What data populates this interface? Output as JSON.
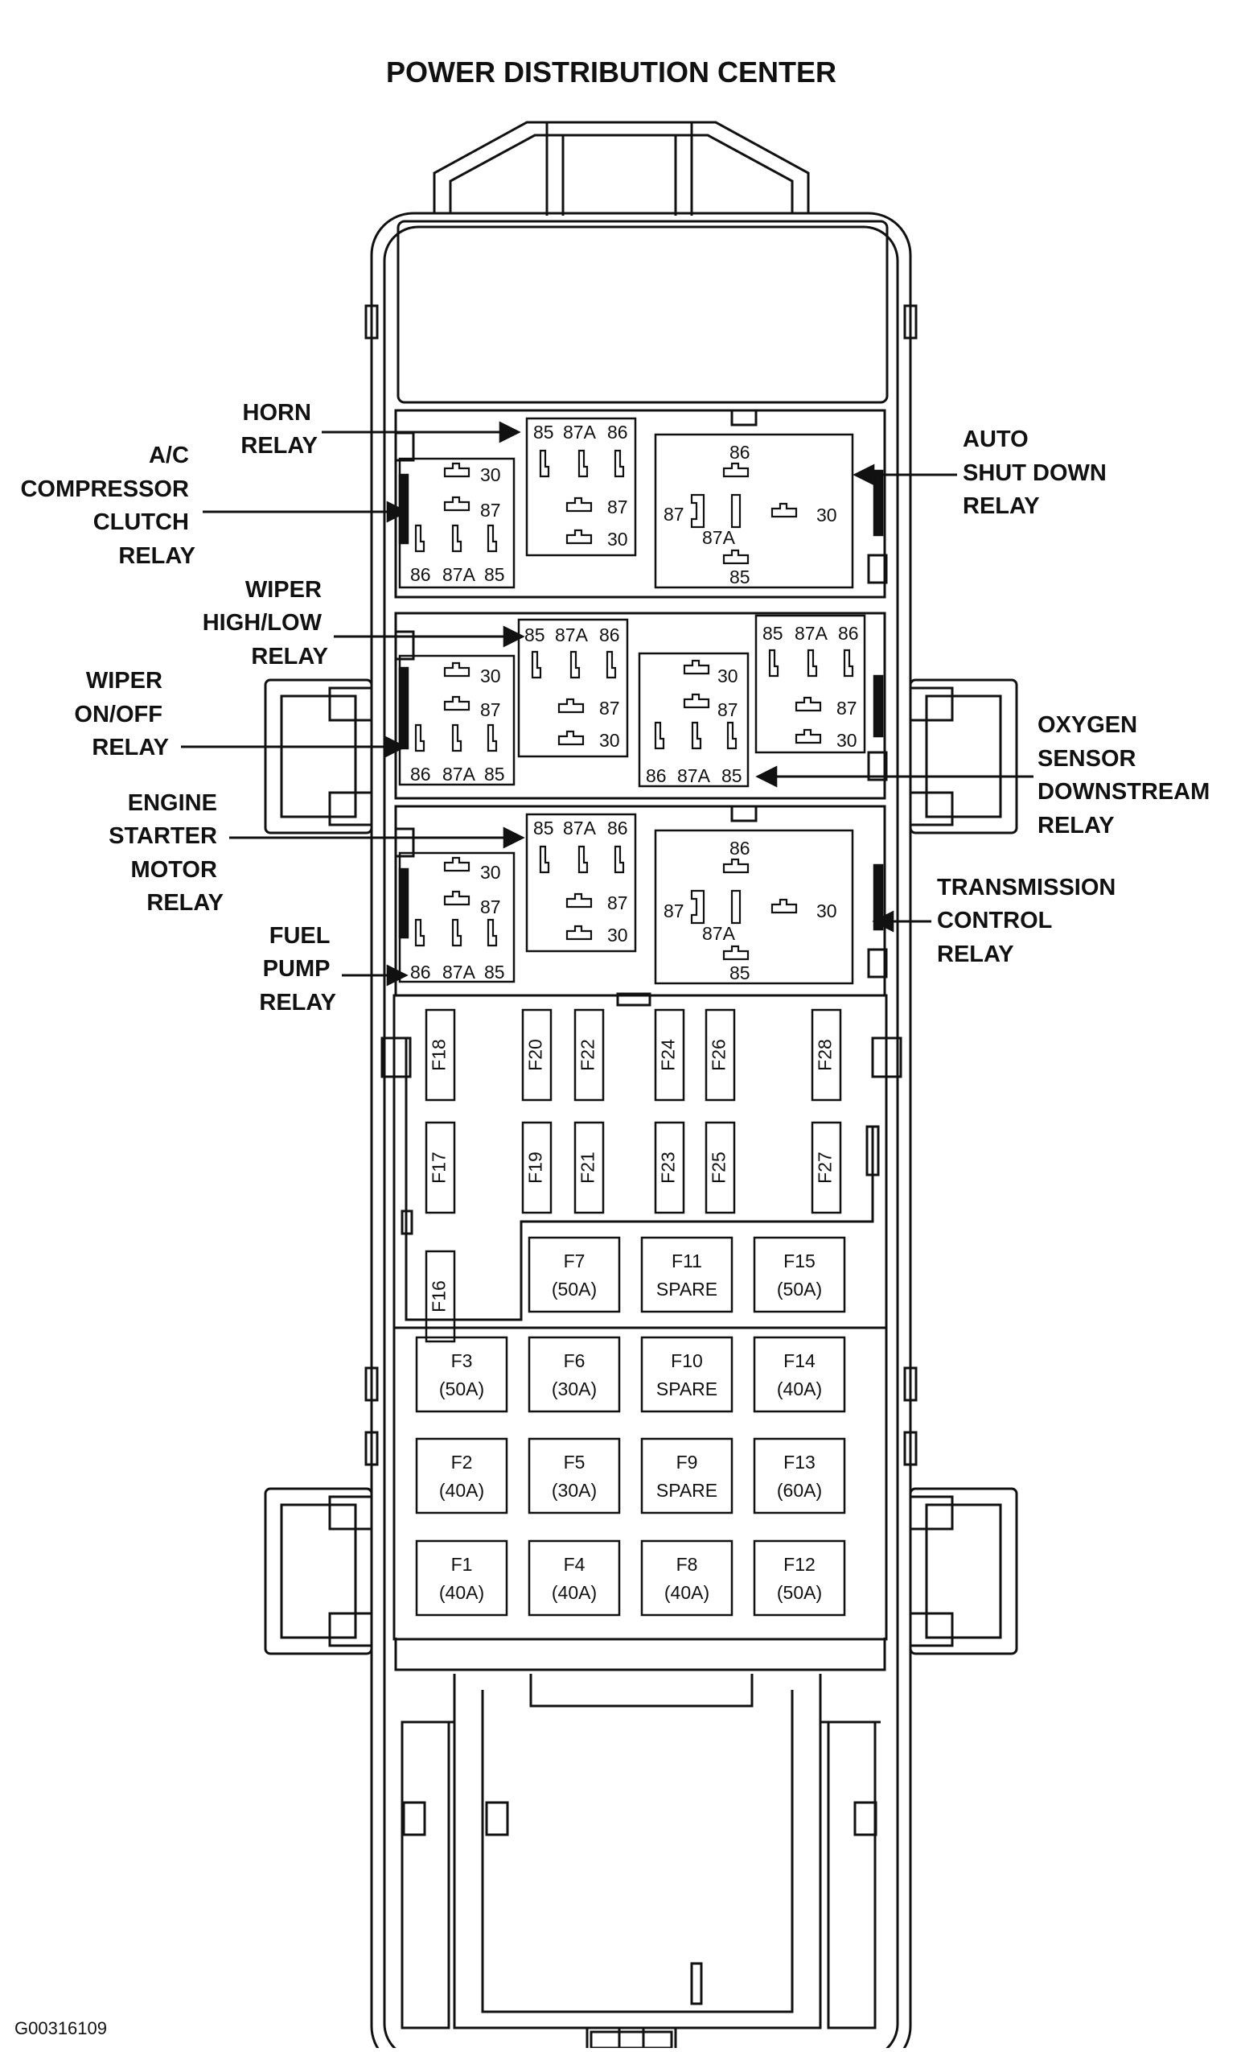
{
  "title": "POWER DISTRIBUTION CENTER",
  "figure_code": "G00316109",
  "relay_labels": {
    "horn": [
      "HORN",
      "RELAY"
    ],
    "ac": [
      "A/C",
      "COMPRESSOR",
      "CLUTCH",
      "RELAY"
    ],
    "wiper_hl": [
      "WIPER",
      "HIGH/LOW",
      "RELAY"
    ],
    "wiper_onoff": [
      "WIPER",
      "ON/OFF",
      "RELAY"
    ],
    "starter": [
      "ENGINE",
      "STARTER",
      "MOTOR",
      "RELAY"
    ],
    "fuel": [
      "FUEL",
      "PUMP",
      "RELAY"
    ],
    "asd": [
      "AUTO",
      "SHUT DOWN",
      "RELAY"
    ],
    "o2": [
      "OXYGEN",
      "SENSOR",
      "DOWNSTREAM",
      "RELAY"
    ],
    "tcm": [
      "TRANSMISSION",
      "CONTROL",
      "RELAY"
    ]
  },
  "pins": {
    "p85": "85",
    "p86": "86",
    "p87": "87",
    "p87a": "87A",
    "p30": "30"
  },
  "mini_fuses": [
    "F16",
    "F17",
    "F18",
    "F19",
    "F20",
    "F21",
    "F22",
    "F23",
    "F24",
    "F25",
    "F26",
    "F27",
    "F28"
  ],
  "maxi_fuses": [
    {
      "id": "F1",
      "rating": "(40A)"
    },
    {
      "id": "F2",
      "rating": "(40A)"
    },
    {
      "id": "F3",
      "rating": "(50A)"
    },
    {
      "id": "F4",
      "rating": "(40A)"
    },
    {
      "id": "F5",
      "rating": "(30A)"
    },
    {
      "id": "F6",
      "rating": "(30A)"
    },
    {
      "id": "F7",
      "rating": "(50A)"
    },
    {
      "id": "F8",
      "rating": "(40A)"
    },
    {
      "id": "F9",
      "rating": "SPARE"
    },
    {
      "id": "F10",
      "rating": "SPARE"
    },
    {
      "id": "F11",
      "rating": "SPARE"
    },
    {
      "id": "F12",
      "rating": "(50A)"
    },
    {
      "id": "F13",
      "rating": "(60A)"
    },
    {
      "id": "F14",
      "rating": "(40A)"
    },
    {
      "id": "F15",
      "rating": "(50A)"
    }
  ],
  "colors": {
    "ink": "#111111",
    "background": "#ffffff"
  }
}
